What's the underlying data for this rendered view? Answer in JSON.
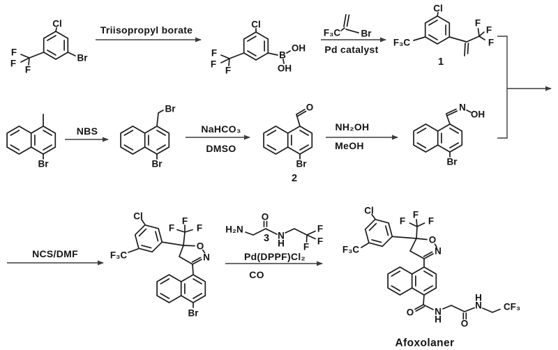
{
  "atoms": {
    "cl": "Cl",
    "br": "Br",
    "f": "F",
    "f3c": "F₃C",
    "oh": "OH",
    "b": "B",
    "o": "O",
    "n": "N",
    "h": "H",
    "h2n": "H₂N",
    "cf3": "CF₃"
  },
  "labels": {
    "step1_reagent": "Triisopropyl borate",
    "step2_condition": "Pd catalyst",
    "step3_reagent": "NBS",
    "step4_reagent": "NaHCO₃",
    "step4_solvent": "DMSO",
    "step5_reagent": "NH₂OH",
    "step5_solvent": "MeOH",
    "step6_reagent": "NCS/DMF",
    "step7_catalyst": "Pd(DPPF)Cl₂",
    "step7_gas": "CO"
  },
  "numbers": {
    "one": "1",
    "two": "2",
    "three": "3"
  },
  "product_name": "Afoxolaner"
}
